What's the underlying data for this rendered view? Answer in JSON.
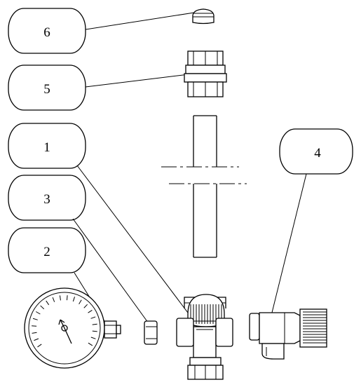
{
  "callouts": [
    {
      "id": "6",
      "label": "6"
    },
    {
      "id": "5",
      "label": "5"
    },
    {
      "id": "1",
      "label": "1"
    },
    {
      "id": "3",
      "label": "3"
    },
    {
      "id": "2",
      "label": "2"
    },
    {
      "id": "4",
      "label": "4"
    }
  ],
  "colors": {
    "line": "#000000",
    "background": "#ffffff"
  }
}
